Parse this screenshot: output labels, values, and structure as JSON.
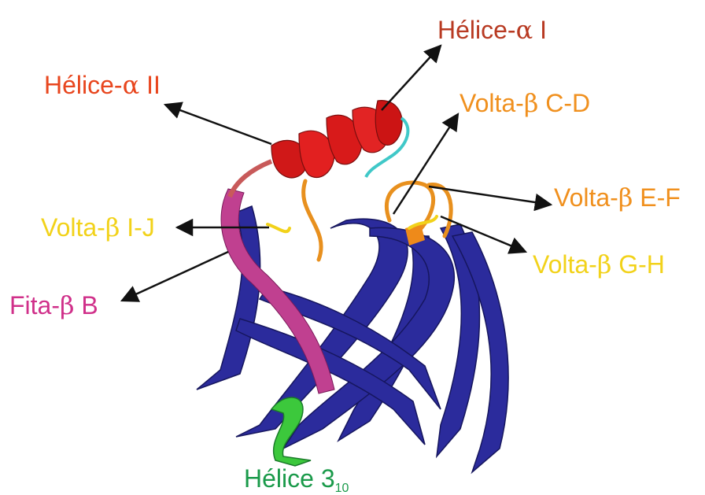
{
  "colors": {
    "helix_alpha": "#e01a1a",
    "helix_alpha_label": "#b83a22",
    "helix_alpha2_label": "#e8461e",
    "turn_orange": "#f0901e",
    "turn_yellow": "#f2d21a",
    "strand_b": "#d0308a",
    "helix_310": "#1a9a4a",
    "barrel_blue": "#2a2a9a",
    "cyan_link": "#40c8c8",
    "arrow": "#111111"
  },
  "labels": {
    "helix_alpha_1": {
      "prefix": "Hélice-",
      "greek": "α",
      "suffix": " I"
    },
    "helix_alpha_2": {
      "prefix": "Hélice-",
      "greek": "α",
      "suffix": " II"
    },
    "turn_cd": {
      "prefix": "Volta-",
      "greek": "β",
      "suffix": " C-D"
    },
    "turn_ef": {
      "prefix": "Volta-",
      "greek": "β",
      "suffix": " E-F"
    },
    "turn_ij": {
      "prefix": "Volta-",
      "greek": "β",
      "suffix": " I-J"
    },
    "turn_gh": {
      "prefix": "Volta-",
      "greek": "β",
      "suffix": " G-H"
    },
    "strand_b": {
      "prefix": "Fita-",
      "greek": "β",
      "suffix": " B"
    },
    "helix_310": {
      "prefix": "Hélice 3",
      "sub": "10"
    }
  }
}
